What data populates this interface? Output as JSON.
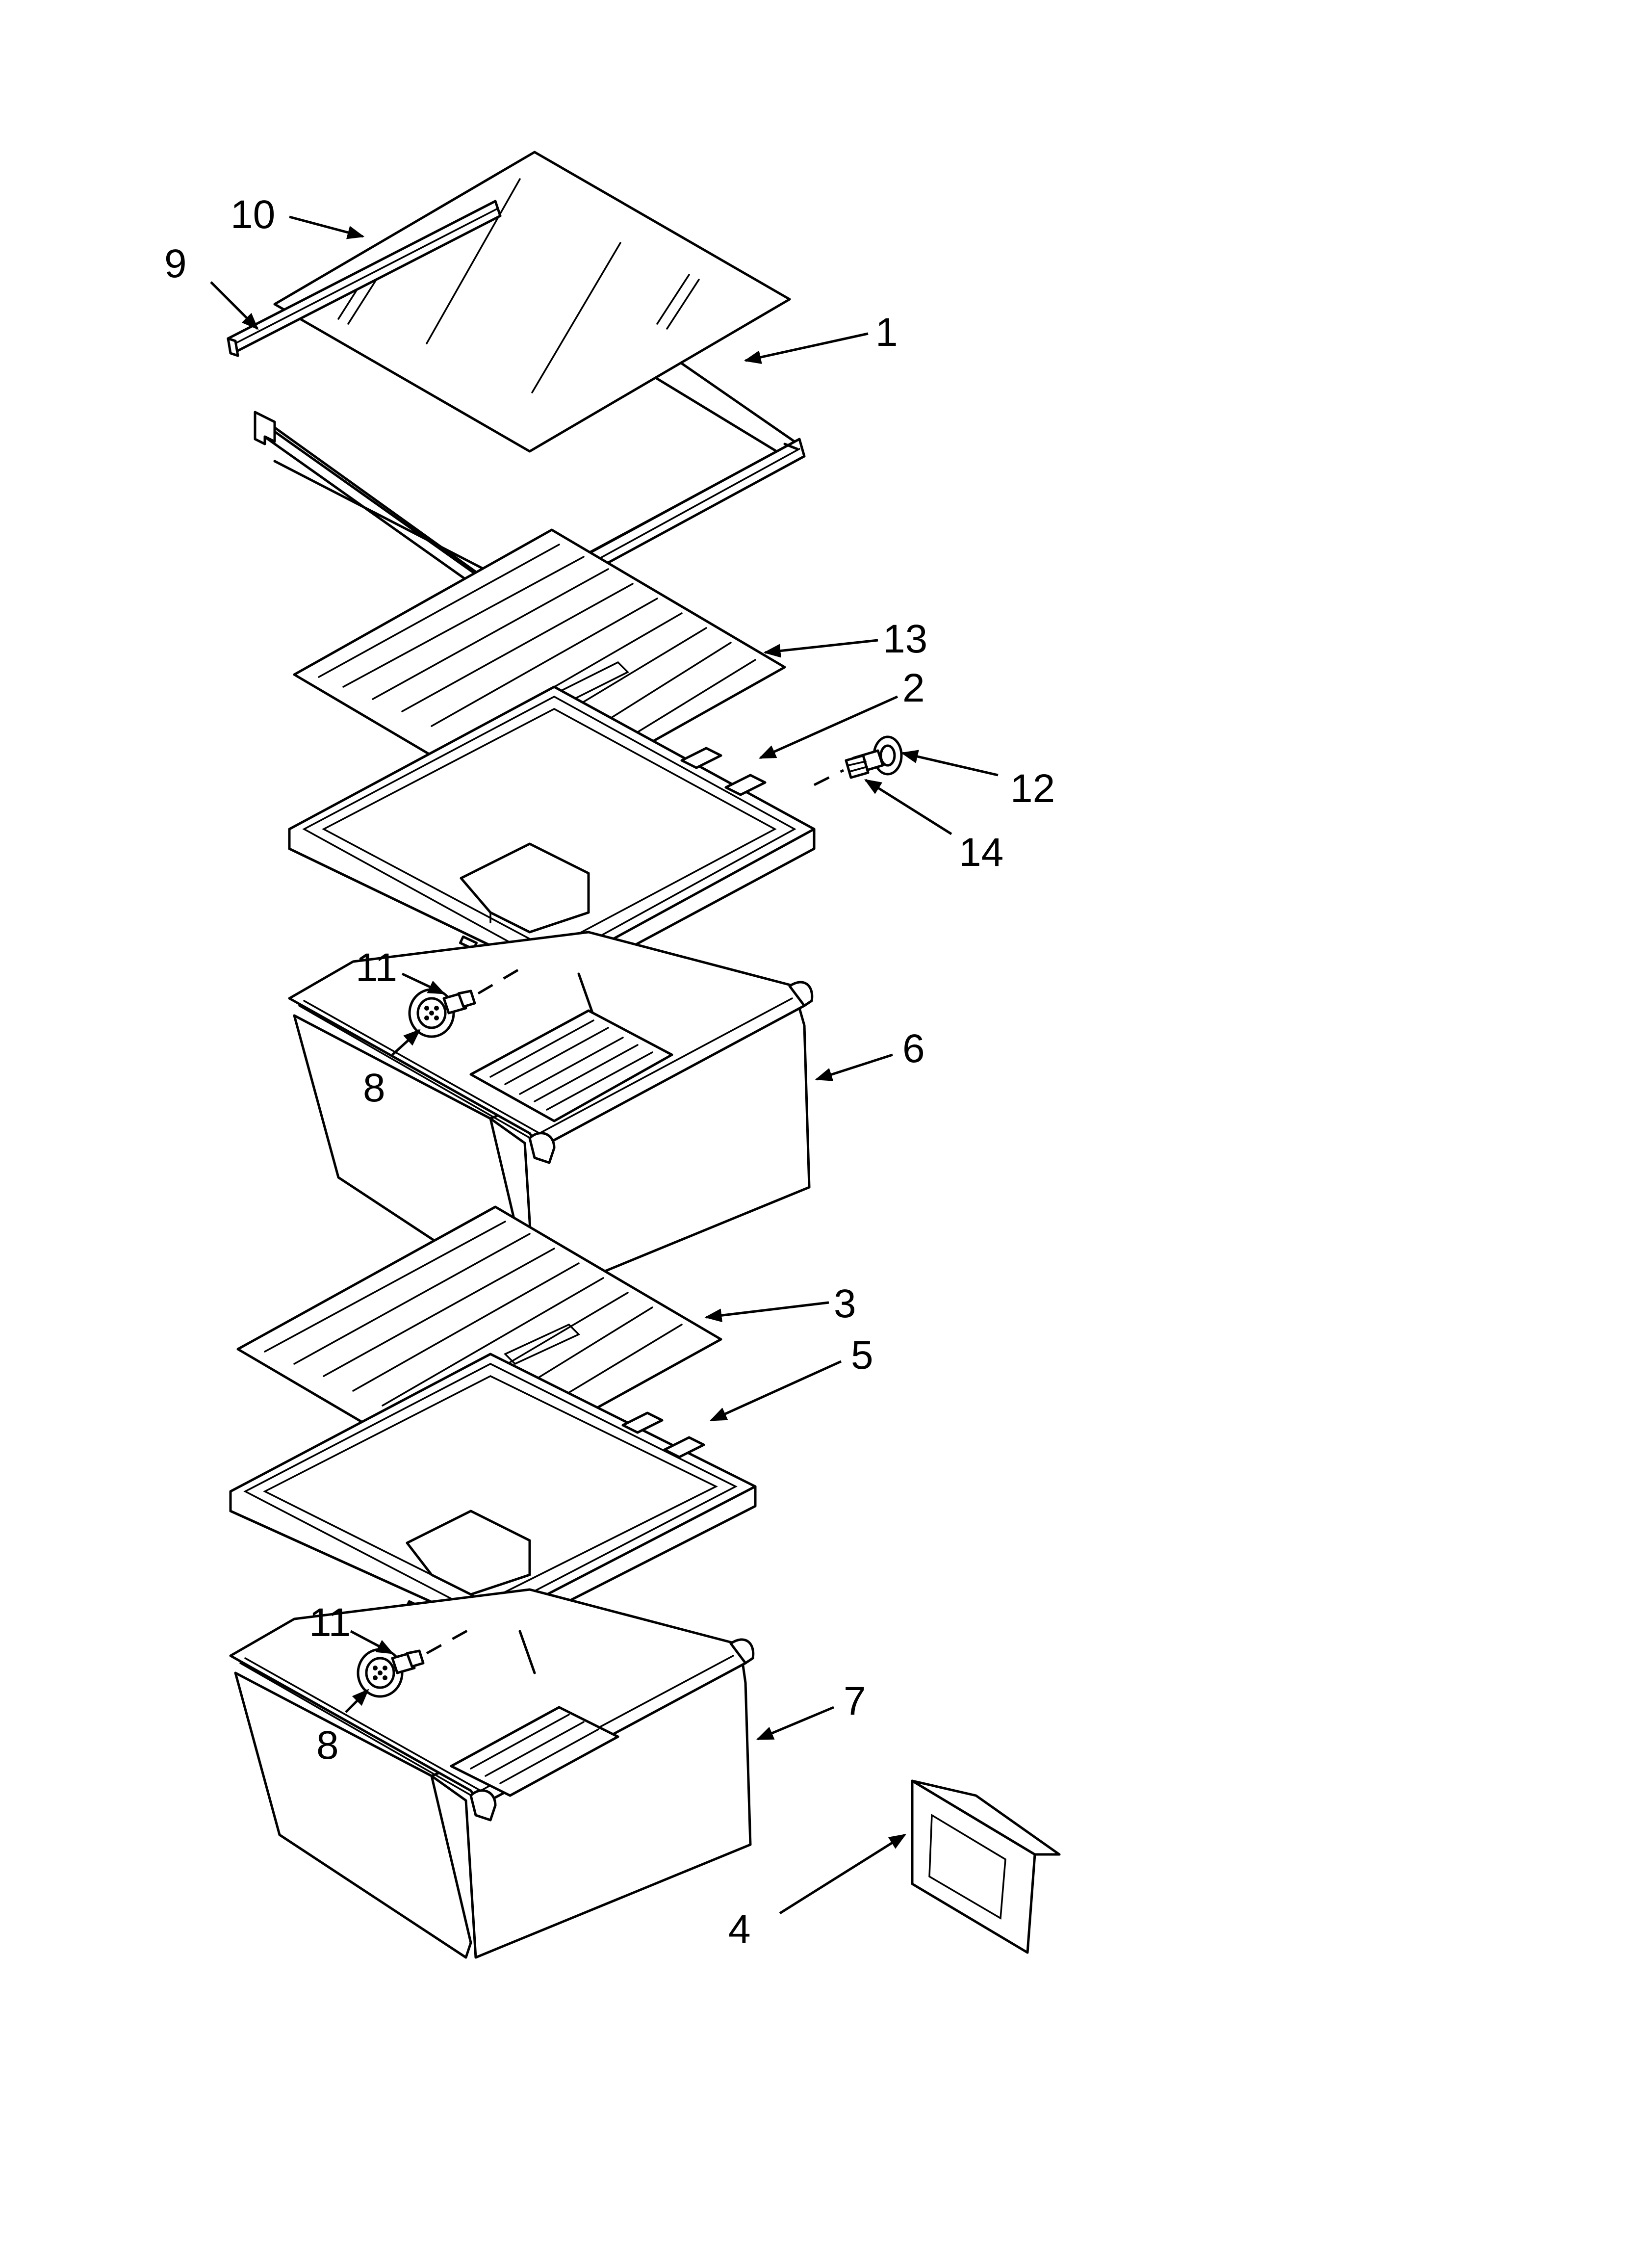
{
  "diagram": {
    "callouts": [
      {
        "id": "10",
        "label": "10"
      },
      {
        "id": "9",
        "label": "9"
      },
      {
        "id": "1",
        "label": "1"
      },
      {
        "id": "13",
        "label": "13"
      },
      {
        "id": "2",
        "label": "2"
      },
      {
        "id": "12",
        "label": "12"
      },
      {
        "id": "14",
        "label": "14"
      },
      {
        "id": "11a",
        "label": "11"
      },
      {
        "id": "8a",
        "label": "8"
      },
      {
        "id": "6",
        "label": "6"
      },
      {
        "id": "3",
        "label": "3"
      },
      {
        "id": "5",
        "label": "5"
      },
      {
        "id": "11b",
        "label": "11"
      },
      {
        "id": "8b",
        "label": "8"
      },
      {
        "id": "7",
        "label": "7"
      },
      {
        "id": "4",
        "label": "4"
      }
    ]
  }
}
